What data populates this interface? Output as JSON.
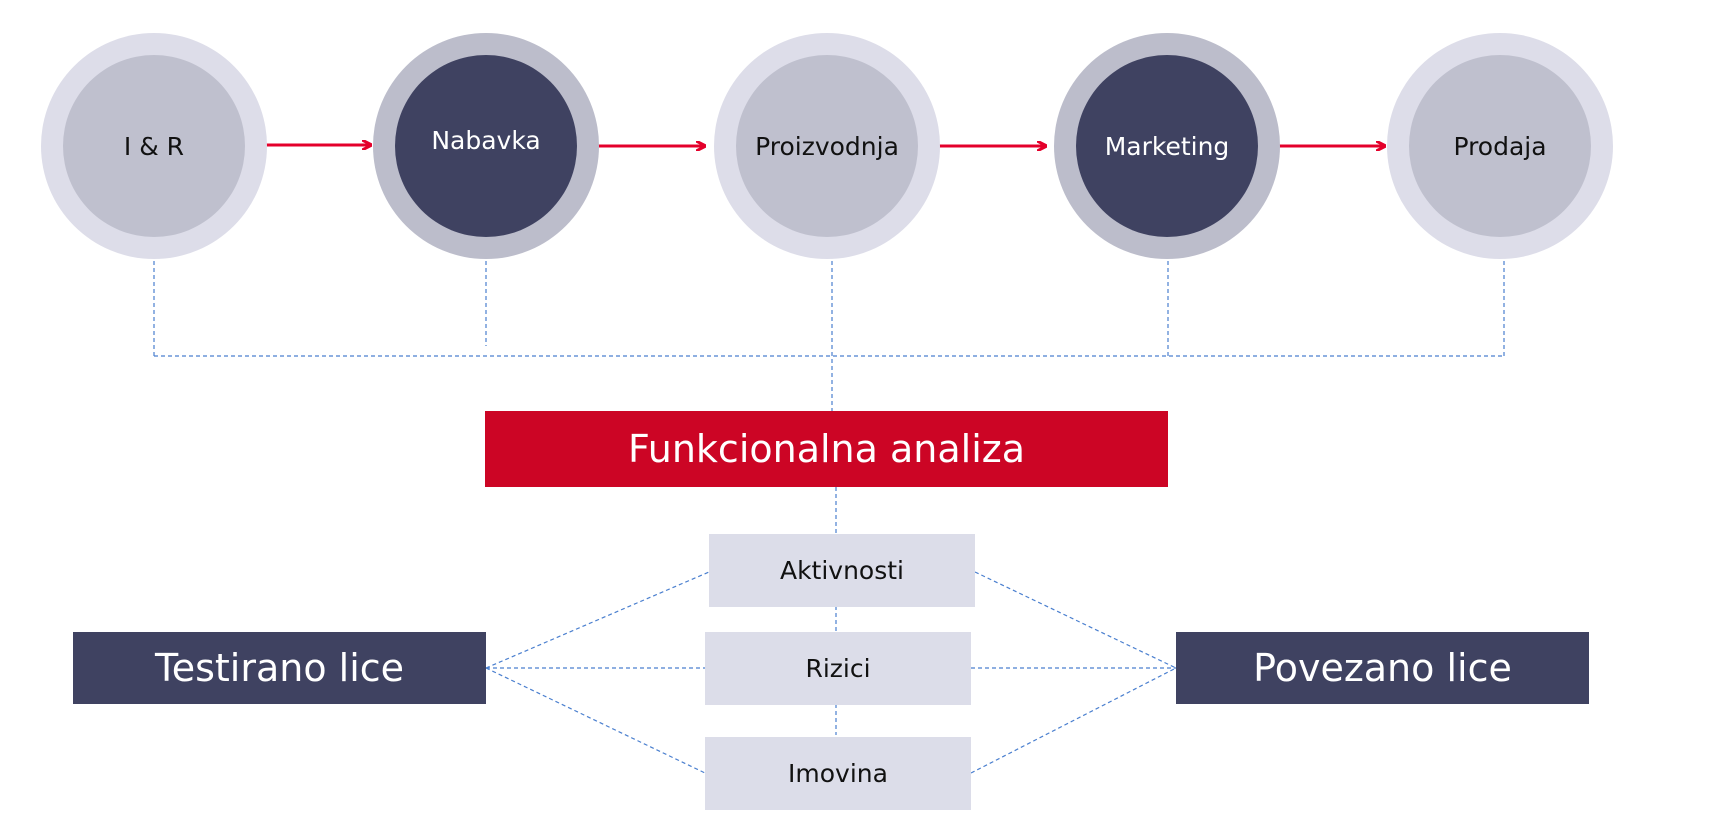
{
  "stages": [
    {
      "label": "I & R",
      "style": "light"
    },
    {
      "label": "Nabavka",
      "style": "dark"
    },
    {
      "label": "Proizvodnja",
      "style": "light"
    },
    {
      "label": "Marketing",
      "style": "dark"
    },
    {
      "label": "Prodaja",
      "style": "light"
    }
  ],
  "center": {
    "label": "Funkcionalna analiza"
  },
  "items": [
    {
      "label": "Aktivnosti"
    },
    {
      "label": "Rizici"
    },
    {
      "label": "Imovina"
    }
  ],
  "left_entity": {
    "label": "Testirano lice"
  },
  "right_entity": {
    "label": "Povezano lice"
  },
  "colors": {
    "light_outer": "#dddde9",
    "light_inner": "#bfc0ce",
    "dark_outer": "#bcbdcb",
    "dark_inner": "#3f4261",
    "arrow": "#e4002b",
    "connector": "#4a7fcf",
    "accent_red": "#cc0525",
    "navy": "#3f4261",
    "item_bg": "#dcdde9"
  }
}
